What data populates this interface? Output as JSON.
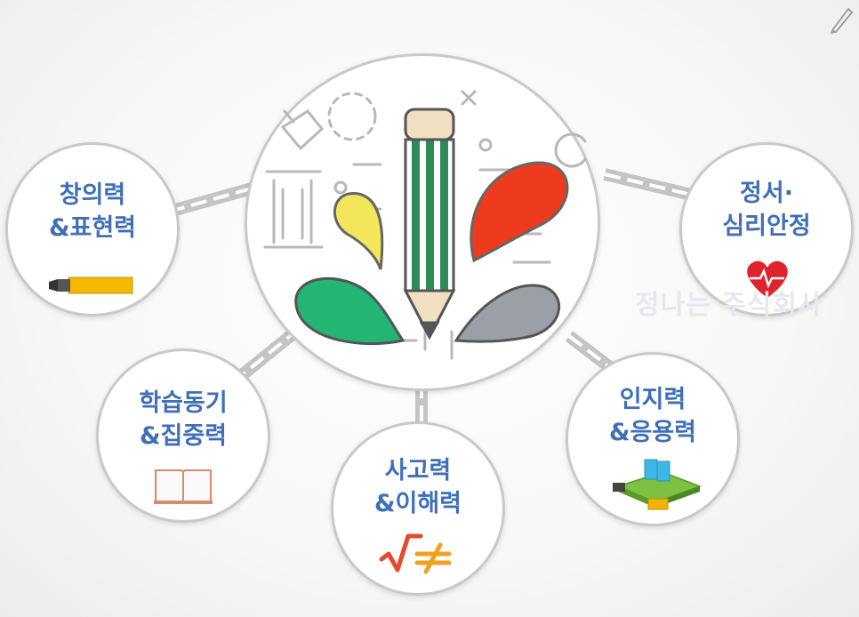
{
  "nodes": {
    "creativity": {
      "line1": "창의력",
      "line2": "&표현력",
      "icon": "highlighter-icon"
    },
    "emotion": {
      "line1": "정서·",
      "line2": "심리안정",
      "icon": "heart-icon"
    },
    "motivation": {
      "line1": "학습동기",
      "line2": "&집중력",
      "icon": "book-icon"
    },
    "thinking": {
      "line1": "사고력",
      "line2": "&이해력",
      "icon": "math-symbols-icon"
    },
    "cognition": {
      "line1": "인지력",
      "line2": "&응용력",
      "icon": "blocks-icon"
    }
  },
  "center": {
    "icon": "pencil-splash-icon"
  },
  "watermark": "정나는 주식회사",
  "colors": {
    "label_blue": "#3f6fb8",
    "pencil_green": "#2e8b57",
    "splash_red": "#ef3b1d",
    "splash_yellow": "#f4e65a",
    "splash_green": "#22b573",
    "splash_gray": "#9aa0a6",
    "connector_gray": "#c9c9c9"
  }
}
